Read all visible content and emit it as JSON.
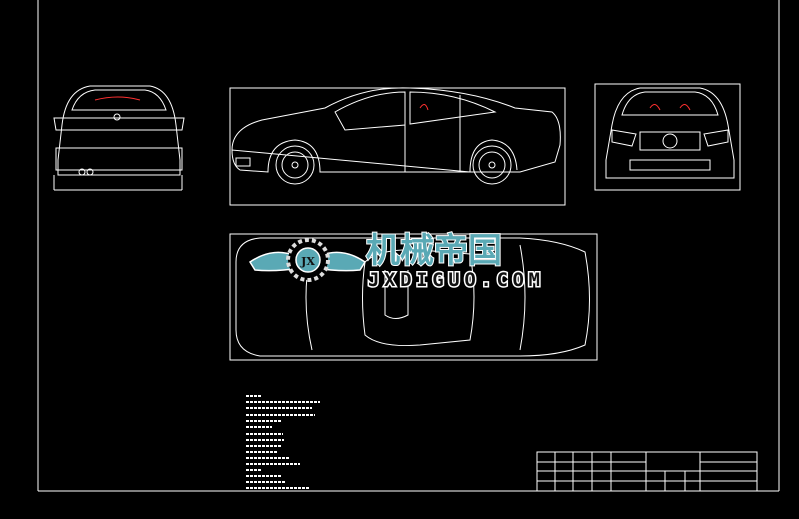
{
  "drawing": {
    "background": "#000000",
    "line_color": "#ffffff",
    "accent_color": "#ff3030",
    "views": [
      "rear-view",
      "side-view",
      "front-view",
      "top-view"
    ]
  },
  "watermark": {
    "title_cn": "机械帝国",
    "site": "JXDIGUO.COM",
    "badge": "JX",
    "color": "#5aa9b5"
  }
}
